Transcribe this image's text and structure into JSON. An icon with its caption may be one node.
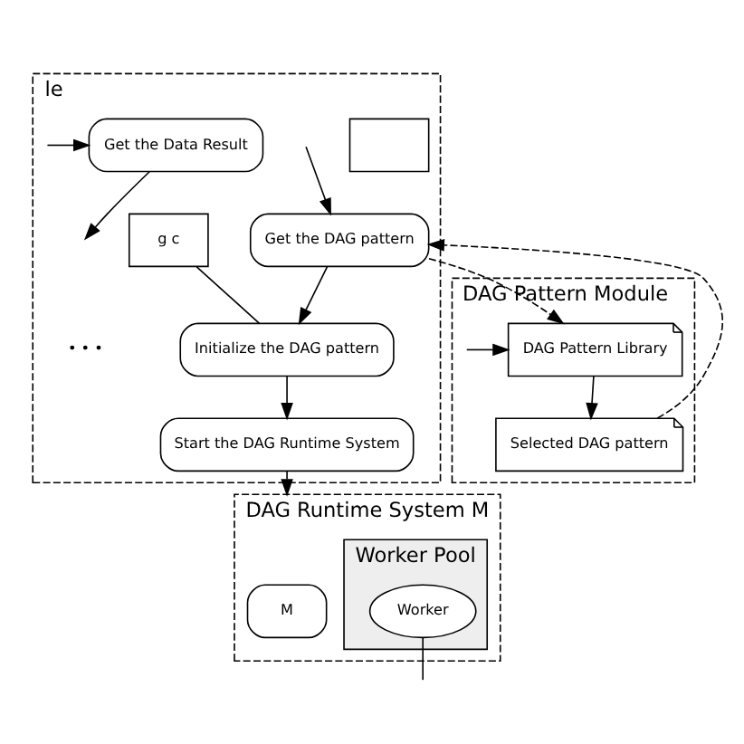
{
  "diagram": {
    "nodes": [
      {
        "text": [
          "le"
        ]
      },
      {
        "text": [
          "Get the DAG pattern"
        ],
        "in": 0
      },
      {
        "text": [
          "Initialize the DAG pattern"
        ],
        "in": 0
      },
      {
        "text": [
          "Start the DAG Runtime System"
        ],
        "in": 0
      },
      {
        "text": [
          "Get the Data Result"
        ],
        "in": 0
      },
      {
        "text": [
          "g c"
        ],
        "in": 0
      },
      {
        "text": [],
        "shape": "box",
        "in": 0
      },
      {
        "text": [
          "DAG Pattern Module"
        ]
      },
      {
        "text": [
          "DAG Pattern Library"
        ],
        "in": 7
      },
      {
        "text": [
          "Selected DAG pattern"
        ],
        "in": 7
      },
      {
        "text": [
          "DAG Runtime System M"
        ]
      },
      {
        "text": [
          "M"
        ],
        "in": 10
      },
      {
        "text": [
          "Worker Pool"
        ],
        "in": 10
      },
      {
        "text": [
          "Worker"
        ],
        "in": 12
      }
    ],
    "edges": [
      {
        "from": null,
        "to": 1,
        "arrow": "to"
      },
      {
        "from": 1,
        "to": 2,
        "arrow": "to"
      },
      {
        "from": 2,
        "to": 3,
        "arrow": "to"
      },
      {
        "from": 5,
        "to": 2,
        "arrow": "none"
      },
      {
        "from": 4,
        "to": null,
        "arrow": "to"
      },
      {
        "from": 1,
        "to": 8,
        "arrow": "to",
        "style": "dashed"
      },
      {
        "from": 9,
        "to": 1,
        "arrow": "to",
        "style": "dashed"
      },
      {
        "from": 8,
        "to": 9,
        "arrow": "to"
      },
      {
        "from": null,
        "to": 8,
        "arrow": "to"
      },
      {
        "from": 3,
        "to": 10,
        "arrow": "to"
      },
      {
        "from": null,
        "to": 4,
        "arrow": "to"
      },
      {
        "from": 13,
        "to": null,
        "arrow": "none"
      }
    ],
    "labels": [
      "• • •"
    ]
  }
}
